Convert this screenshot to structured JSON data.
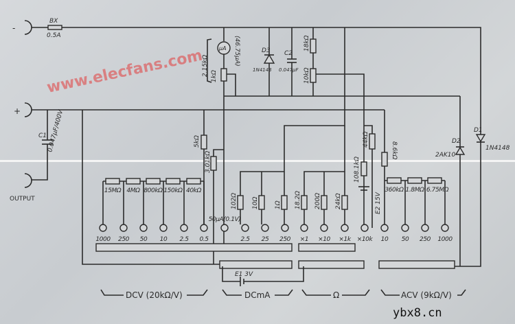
{
  "terminals": {
    "minus": "-",
    "plus": "+",
    "output": "OUTPUT"
  },
  "fuse": {
    "name": "BX",
    "rating": "0.5A"
  },
  "meter": {
    "symbol": "μA",
    "rating": "(46.75μA)"
  },
  "meter_branch": {
    "total": "2.15kΩ",
    "pot": "1kΩ"
  },
  "c1": {
    "name": "C1",
    "value": "0.047μF/400V"
  },
  "d3": {
    "name": "D3",
    "part": "1N4148"
  },
  "c2": {
    "name": "C2",
    "value": "0.047μF"
  },
  "top_resistors": {
    "r1": "18kΩ",
    "pot": "10kΩ"
  },
  "d1": {
    "name": "D1",
    "part": "1N4148"
  },
  "d2": {
    "name": "D2",
    "part": "2AK10"
  },
  "mid_resistors": {
    "r5k": "5kΩ",
    "pot3k": "3.01kΩ",
    "r44k": "44kΩ",
    "r86k": "8.6kΩ",
    "r108k": "108.1kΩ",
    "e2": "E2 15V"
  },
  "dcv_resistors": [
    "15MΩ",
    "4MΩ",
    "800kΩ",
    "150kΩ",
    "40kΩ"
  ],
  "ma_resistors": [
    "102Ω",
    "10Ω",
    "1Ω"
  ],
  "ohm_resistors": [
    "18.2Ω",
    "200Ω",
    "24kΩ"
  ],
  "acv_resistors": [
    "360kΩ",
    "1.8MΩ",
    "6.75MΩ"
  ],
  "contacts": [
    "1000",
    "250",
    "50",
    "10",
    "2.5",
    "0.5",
    "50μA(0.1V)",
    "2.5",
    "25",
    "250",
    "×1",
    "×10",
    "×1k",
    "×10k",
    "10",
    "50",
    "250",
    "1000"
  ],
  "battery": "E1 3V",
  "sections": {
    "dcv": "DCV (20kΩ/V)",
    "dcma": "DCmA",
    "ohm": "Ω",
    "acv": "ACV (9kΩ/V)"
  },
  "watermarks": {
    "diag": "www.elecfans.com",
    "corner": "ybx8.cn"
  }
}
